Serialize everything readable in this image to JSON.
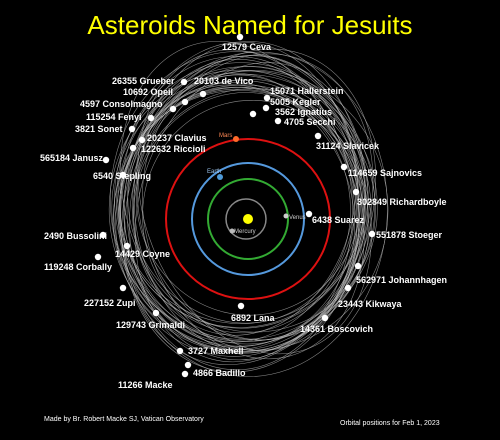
{
  "title": "Asteroids Named for Jesuits",
  "footer_left": "Made by Br. Robert Macke SJ, Vatican Observatory",
  "footer_right": "Orbital positions for Feb 1, 2023",
  "colors": {
    "title": "#ffff00",
    "sun": "#ffff00",
    "mercury_orbit": "#888888",
    "venus_orbit": "#33aa33",
    "earth_orbit": "#5599dd",
    "mars_orbit": "#dd1111",
    "asteroid_orbit": "#bbbbbb",
    "asteroid_dot": "#ffffff"
  },
  "planets": [
    {
      "id": "mercury",
      "label": "Mercury"
    },
    {
      "id": "venus",
      "label": "Venus"
    },
    {
      "id": "earth",
      "label": "Earth"
    },
    {
      "id": "mars",
      "label": "Mars"
    }
  ],
  "asteroids": [
    {
      "id": "ceva",
      "label": "12579 Ceva"
    },
    {
      "id": "grueber",
      "label": "26355 Grueber"
    },
    {
      "id": "devico",
      "label": "20103 de Vico"
    },
    {
      "id": "opeil",
      "label": "10692 Opeil"
    },
    {
      "id": "hallerstein",
      "label": "15071 Hallerstein"
    },
    {
      "id": "consolmagno",
      "label": "4597 Consolmagno"
    },
    {
      "id": "kegler",
      "label": "5005 Kegler"
    },
    {
      "id": "ignatius",
      "label": "3562 Ignatius"
    },
    {
      "id": "fenyi",
      "label": "115254 Fenyi"
    },
    {
      "id": "secchi",
      "label": "4705 Secchi"
    },
    {
      "id": "sonet",
      "label": "3821 Sonet"
    },
    {
      "id": "clavius",
      "label": "20237 Clavius"
    },
    {
      "id": "riccioli",
      "label": "122632 Riccioli"
    },
    {
      "id": "slavicek",
      "label": "31124 Slavicek"
    },
    {
      "id": "janusz",
      "label": "565184 Janusz"
    },
    {
      "id": "stepling",
      "label": "6540 Stepling"
    },
    {
      "id": "sajnovics",
      "label": "114659 Sajnovics"
    },
    {
      "id": "richardboyle",
      "label": "302849 Richardboyle"
    },
    {
      "id": "suarez",
      "label": "6438 Suarez"
    },
    {
      "id": "stoeger",
      "label": "551878 Stoeger"
    },
    {
      "id": "bussolini",
      "label": "2490 Bussolini"
    },
    {
      "id": "coyne",
      "label": "14429 Coyne"
    },
    {
      "id": "corbally",
      "label": "119248 Corbally"
    },
    {
      "id": "johannhagen",
      "label": "562971 Johannhagen"
    },
    {
      "id": "zupi",
      "label": "227152 Zupi"
    },
    {
      "id": "kikwaya",
      "label": "23443 Kikwaya"
    },
    {
      "id": "lana",
      "label": "6892 Lana"
    },
    {
      "id": "grimaldi",
      "label": "129743 Grimaldi"
    },
    {
      "id": "boscovich",
      "label": "14361 Boscovich"
    },
    {
      "id": "maxhell",
      "label": "3727 Maxhell"
    },
    {
      "id": "badillo",
      "label": "4866 Badillo"
    },
    {
      "id": "macke",
      "label": "11266 Macke"
    }
  ]
}
